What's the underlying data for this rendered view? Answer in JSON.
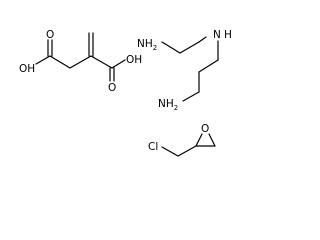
{
  "molecules": [
    {
      "id": "itaconic-acid",
      "labels": {
        "oh_left": "OH",
        "oh_right": "OH",
        "o_left": "O",
        "o_right": "O"
      }
    },
    {
      "id": "diethylenetriamine",
      "labels": {
        "nh2_top": "NH",
        "nh2_top_sub": "2",
        "nh": "N",
        "h": "H",
        "nh2_bottom": "NH",
        "nh2_bottom_sub": "2"
      }
    },
    {
      "id": "epichlorohydrin",
      "labels": {
        "cl": "Cl",
        "o": "O"
      }
    }
  ]
}
